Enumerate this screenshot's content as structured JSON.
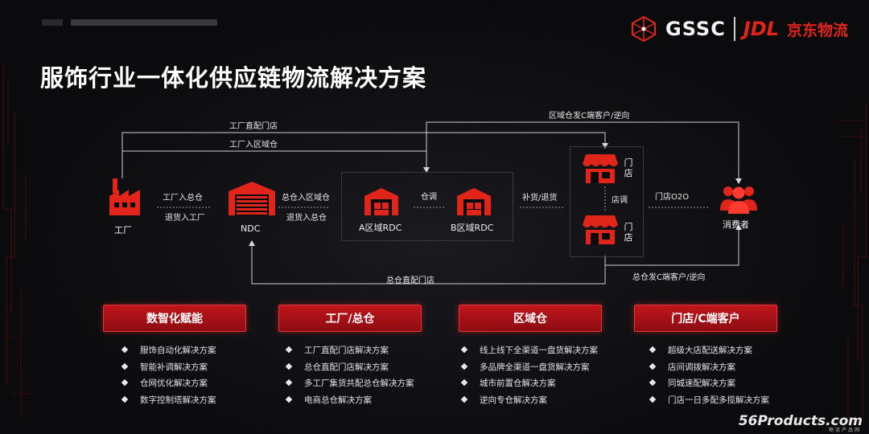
{
  "header": {
    "title": "服饰行业一体化供应链物流解决方案",
    "logo_gssc": "GSSC",
    "logo_jdl": "JDL",
    "logo_jd_cn": "京东物流"
  },
  "diagram": {
    "nodes": {
      "factory": "工厂",
      "ndc": "NDC",
      "rdc_a": "A区域RDC",
      "rdc_b": "B区域RDC",
      "store_top": "门店",
      "store_bottom": "门店",
      "consumer": "消费者"
    },
    "edges": {
      "factory_direct_store": "工厂直配门店",
      "factory_to_region": "工厂入区域仓",
      "factory_to_ndc": "工厂入总仓",
      "return_to_factory": "退货入工厂",
      "ndc_to_region": "总仓入区域仓",
      "return_to_ndc": "退货入总仓",
      "warehouse_transfer": "仓调",
      "replenish_return": "补货/退货",
      "store_transfer": "店调",
      "store_o2o": "门店O2O",
      "region_to_c": "区域仓发C端客户/逆向",
      "ndc_direct_store": "总仓直配门店",
      "ndc_to_c": "总仓发C端客户/逆向"
    }
  },
  "categories": [
    {
      "title": "数智化赋能",
      "items": [
        "服饰自动化解决方案",
        "智能补调解决方案",
        "仓网优化解决方案",
        "数字控制塔解决方案"
      ]
    },
    {
      "title": "工厂/总仓",
      "items": [
        "工厂直配门店解决方案",
        "总仓直配门店解决方案",
        "多工厂集货共配总仓解决方案",
        "电商总仓解决方案"
      ]
    },
    {
      "title": "区域仓",
      "items": [
        "线上线下全渠道一盘货解决方案",
        "多品牌全渠道一盘货解决方案",
        "城市前置仓解决方案",
        "逆向专仓解决方案"
      ]
    },
    {
      "title": "门店/C端客户",
      "items": [
        "超级大店配送解决方案",
        "店间调拨解决方案",
        "同城速配解决方案",
        "门店一日多配多揽解决方案"
      ]
    }
  ],
  "watermark": {
    "main": "56Products.com",
    "sub": "物流产品网"
  },
  "colors": {
    "accent": "#e1251b",
    "background": "#0b0b0d",
    "line": "#d9d9d9"
  }
}
